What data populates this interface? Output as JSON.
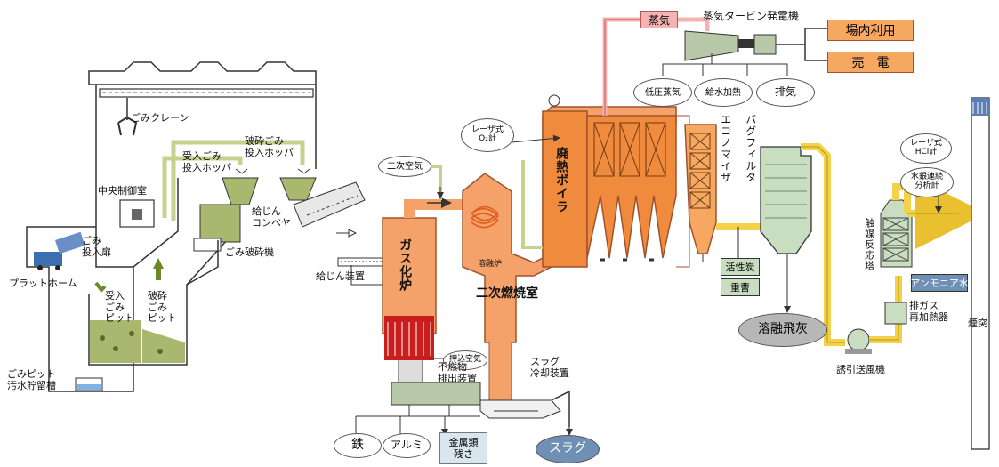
{
  "labels": {
    "crane": "ごみクレーン",
    "control_room": "中央制御室",
    "receiving_hopper": "受入ごみ\n投入ホッパ",
    "crushed_hopper": "破砕ごみ\n投入ホッパ",
    "entry_door": "ごみ\n投入扉",
    "crusher": "ごみ破砕機",
    "conveyor": "給じん\nコンベヤ",
    "platform": "プラットホーム",
    "receiving_pit": "受入\nごみ\nピット",
    "crushed_pit": "破砕\nごみ\nピット",
    "sewage_tank": "ごみピット\n汚水貯留槽",
    "feeder": "給じん装置",
    "gasifier": "ガス化炉",
    "secondary_air": "二次空気",
    "push_air": "押込空気",
    "melting_furnace": "溶融炉",
    "secondary_combustion": "二次燃焼室",
    "noncombustible_discharge": "不燃物\n排出装置",
    "slag_cooling": "スラグ\n冷却装置",
    "waste_heat_boiler": "廃熱ボイラ",
    "laser_o2": "レーザ式\nO₂計",
    "steam": "蒸気",
    "turbine": "蒸気タービン発電機",
    "onsite": "場内利用",
    "sell": "売　電",
    "low_pressure_steam": "低圧蒸気",
    "feedwater_heating": "給水加熱",
    "exhaust": "排気",
    "economizer": "エコノマイザ",
    "bag_filter": "バグフィルタ",
    "activated_carbon": "活性炭",
    "slaked_lime": "重曹",
    "melt_fly_ash": "溶融飛灰",
    "induced_fan": "誘引送風機",
    "laser_hcl": "レーザ式\nHCl計",
    "mercury_analyzer": "水銀連続\n分析計",
    "catalyst_tower": "触媒反応塔",
    "ammonia_water": "アンモニア水",
    "reheater": "排ガス\n再加熱器",
    "chimney": "煙突",
    "iron": "鉄",
    "aluminum": "アルミ",
    "metal_residue": "金属類\n残さ",
    "slag": "スラグ"
  },
  "colors": {
    "furnace_orange": "#f4a26a",
    "boiler_orange": "#f08a3c",
    "slag_blue": "#6f8fb5",
    "output_orange": "#f6a860",
    "equipment_green": "#c9ddc0",
    "flue_yellow": "#f3d24a",
    "steam_pink": "#f3b3b3"
  }
}
